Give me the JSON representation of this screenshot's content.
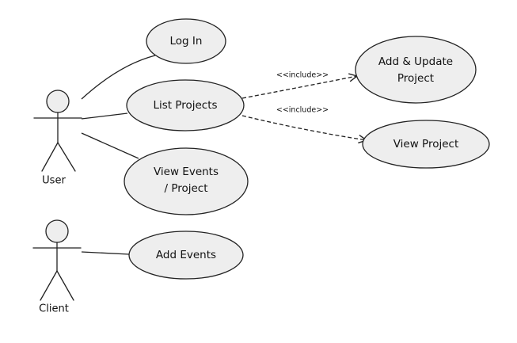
{
  "actors": {
    "user": "User",
    "client": "Client"
  },
  "use_cases": {
    "login": "Log In",
    "list_projects": "List Projects",
    "view_events_line1": "View Events",
    "view_events_line2": "/ Project",
    "add_events": "Add Events",
    "add_update_line1": "Add & Update",
    "add_update_line2": "Project",
    "view_project": "View Project"
  },
  "relations": {
    "include_add_update": "<<include>>",
    "include_view_project": "<<include>>"
  },
  "colors": {
    "use_case_fill": "#eeeeee",
    "stroke": "#222222",
    "background": "#ffffff"
  }
}
